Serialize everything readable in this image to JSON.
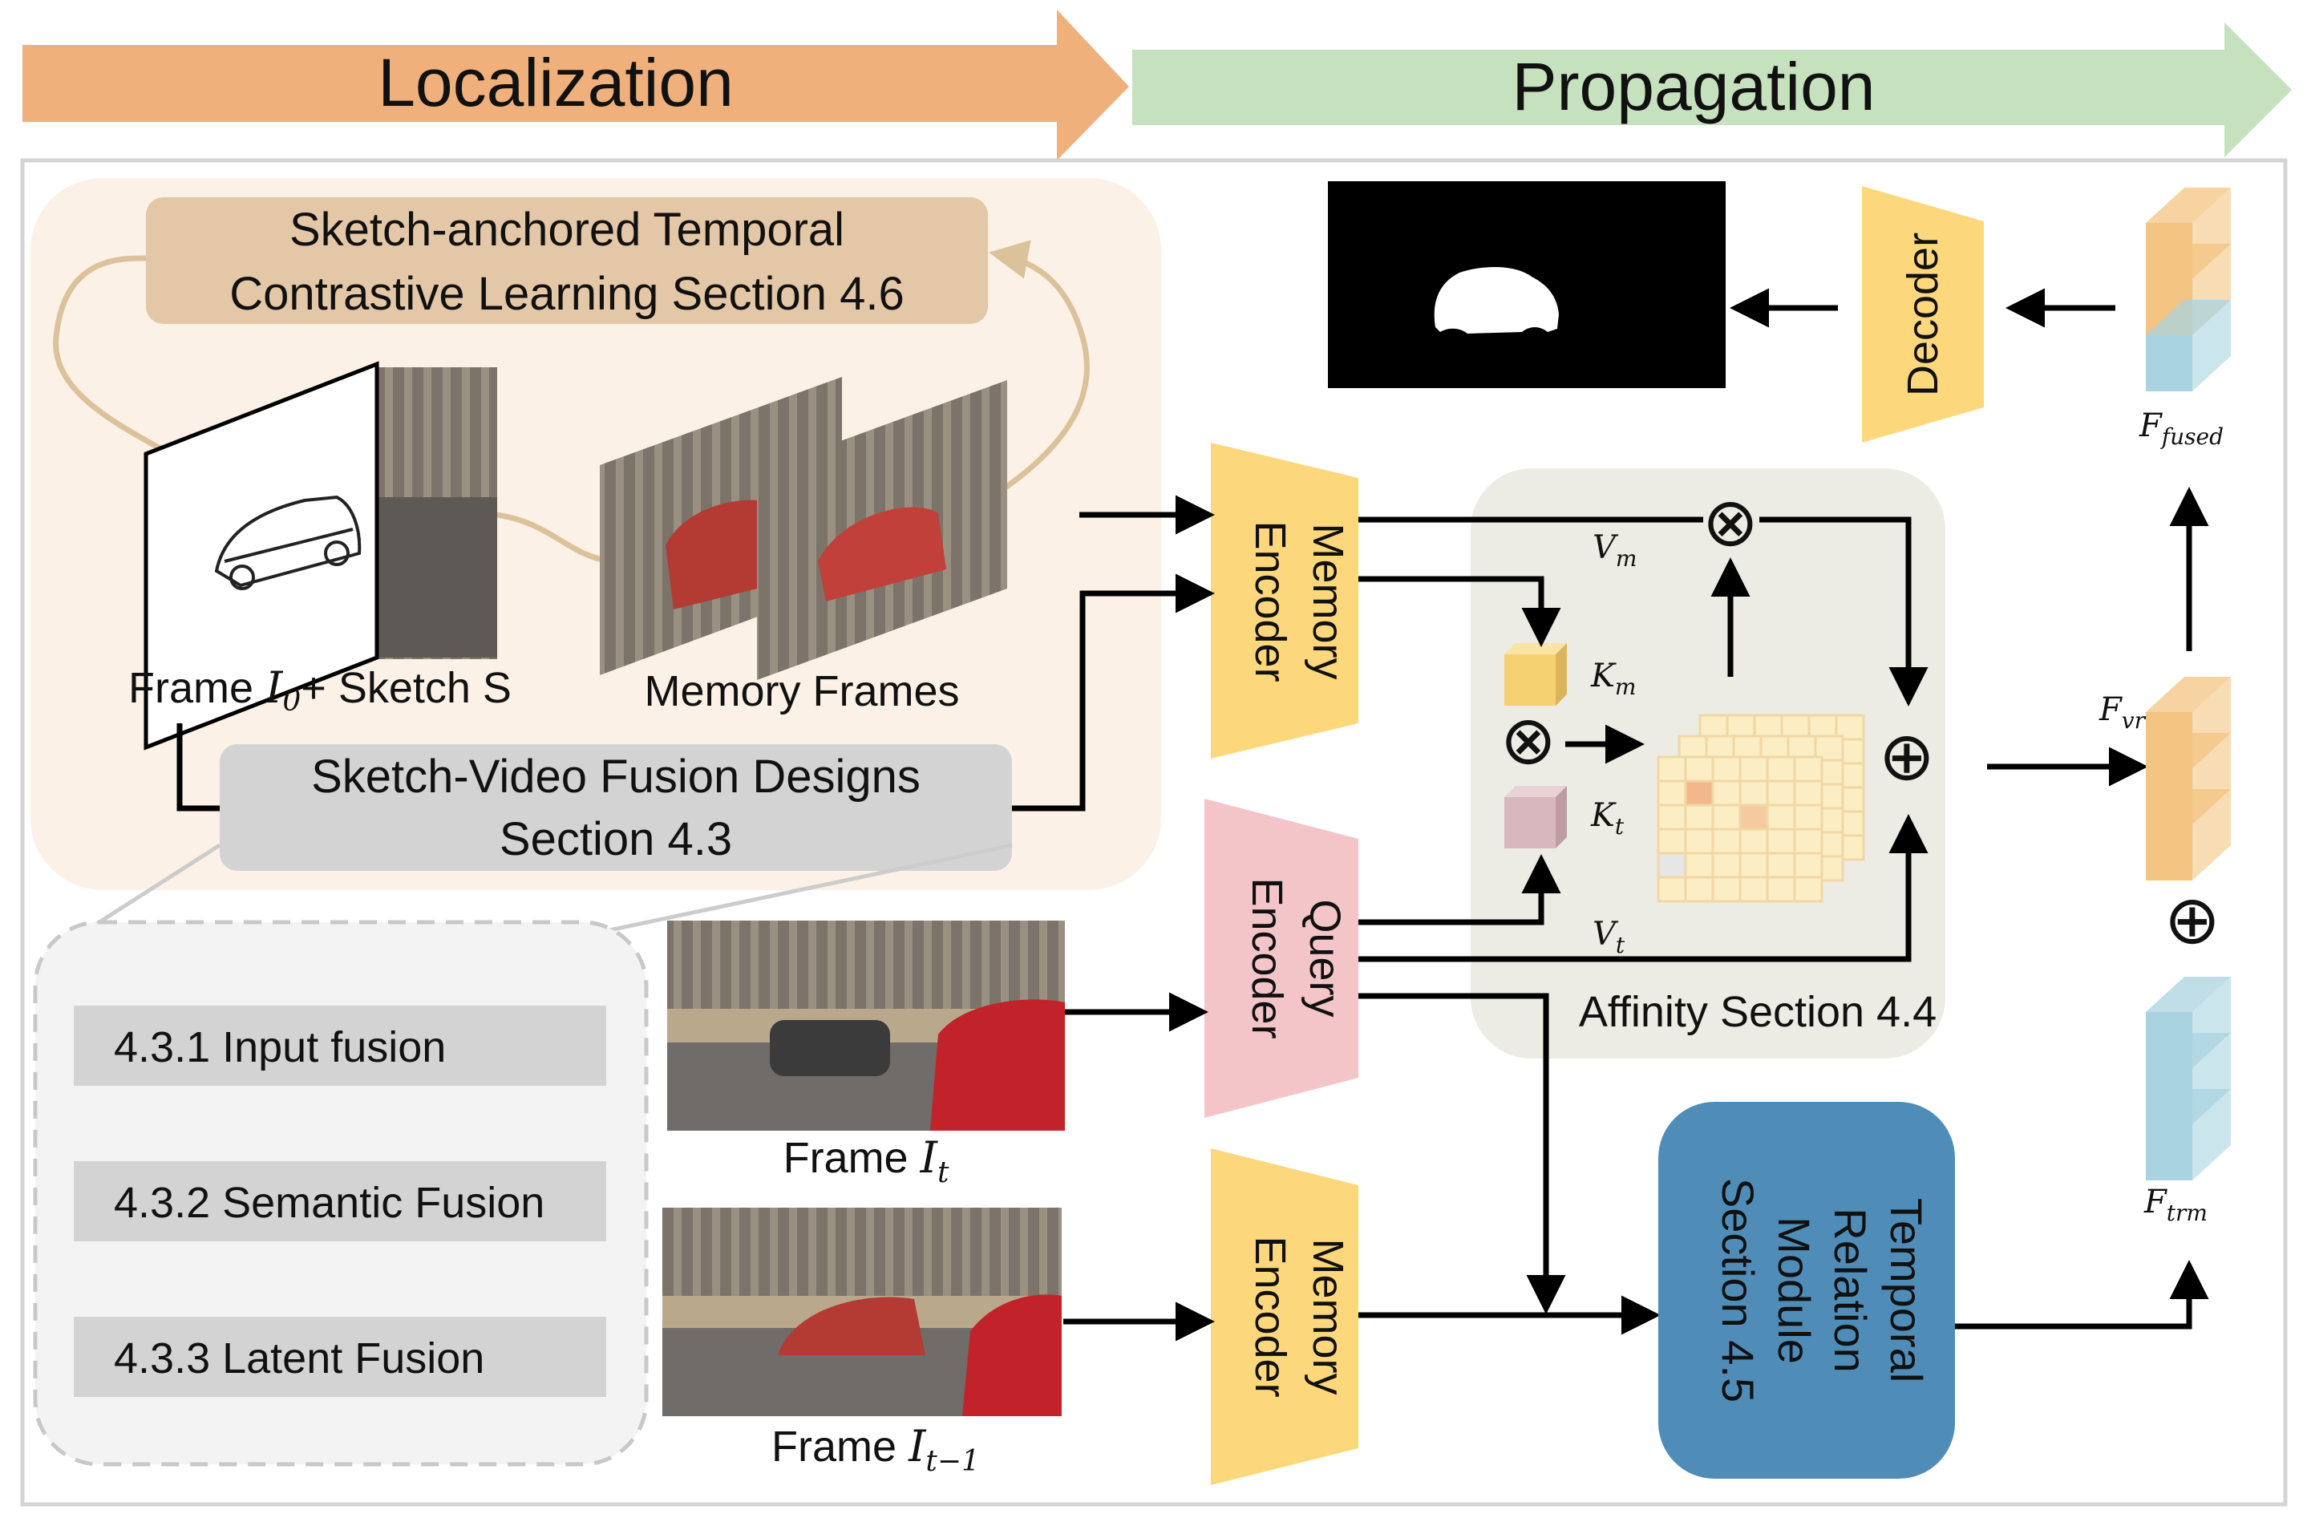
{
  "banners": {
    "localization": "Localization",
    "propagation": "Propagation"
  },
  "localization_panel": {
    "contrastive_box": [
      "Sketch-anchored Temporal",
      "Contrastive Learning Section 4.6"
    ],
    "frame_sketch_label": {
      "prefix": "Frame ",
      "var": "I",
      "sub": "0",
      "suffix": "+ Sketch S"
    },
    "memory_frames_label": "Memory Frames",
    "fusion_box": [
      "Sketch-Video Fusion Designs",
      "Section 4.3"
    ]
  },
  "fusion_options": [
    "4.3.1 Input fusion",
    "4.3.2 Semantic Fusion",
    "4.3.3 Latent Fusion"
  ],
  "frames": {
    "current": {
      "prefix": "Frame ",
      "var": "I",
      "sub": "t"
    },
    "previous": {
      "prefix": "Frame ",
      "var": "I",
      "sub": "t−1"
    }
  },
  "encoders": {
    "memory_top": [
      "Memory",
      "Encoder"
    ],
    "query": [
      "Query",
      "Encoder"
    ],
    "memory_bottom": [
      "Memory",
      "Encoder"
    ]
  },
  "decoder": "Decoder",
  "affinity": {
    "label": "Affinity Section 4.4",
    "v_m": {
      "var": "V",
      "sub": "m"
    },
    "k_m": {
      "var": "K",
      "sub": "m"
    },
    "k_t": {
      "var": "K",
      "sub": "t"
    },
    "v_t": {
      "var": "V",
      "sub": "t"
    },
    "multiply_symbol": "⊗",
    "add_symbol": "⊕"
  },
  "trm": [
    "Temporal",
    "Relation",
    "Module",
    "Section 4.5"
  ],
  "features": {
    "fused": {
      "var": "F",
      "sub": "fused"
    },
    "vr": {
      "var": "F",
      "sub": "vr"
    },
    "trm": {
      "var": "F",
      "sub": "trm"
    },
    "add_symbol": "⊕"
  },
  "colors": {
    "localization_banner": "#efb07c",
    "propagation_banner": "#c5e1bd",
    "localization_panel": "#fbf1e6",
    "contrastive_box": "#e3c7a7",
    "fusion_box": "#d3d3d3",
    "encoder": "#fdd77c",
    "query_encoder": "#f3c4c8",
    "affinity_panel": "#ecece4",
    "trm_box": "#4f8db8",
    "cube_orange": "#f3c482",
    "cube_blue": "#a9d3e0",
    "key_mem": "#f6d171",
    "key_query": "#d8b8bd"
  }
}
